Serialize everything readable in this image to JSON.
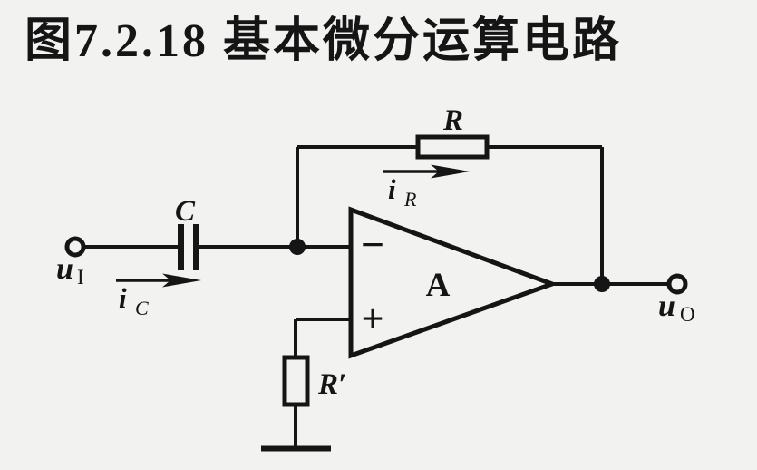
{
  "title": "图7.2.18 基本微分运算电路",
  "colors": {
    "background": "#f2f2f0",
    "ink": "#151515"
  },
  "circuit": {
    "input": {
      "voltage_base": "u",
      "voltage_sub": "I",
      "current_base": "i",
      "current_sub": "C"
    },
    "capacitor_label": "C",
    "feedback": {
      "resistor_label": "R",
      "current_base": "i",
      "current_sub": "R"
    },
    "opamp": {
      "gain_label": "A",
      "inverting_sign": "−",
      "noninverting_sign": "+"
    },
    "ground_resistor_label": "R′",
    "output": {
      "voltage_base": "u",
      "voltage_sub": "O"
    }
  }
}
